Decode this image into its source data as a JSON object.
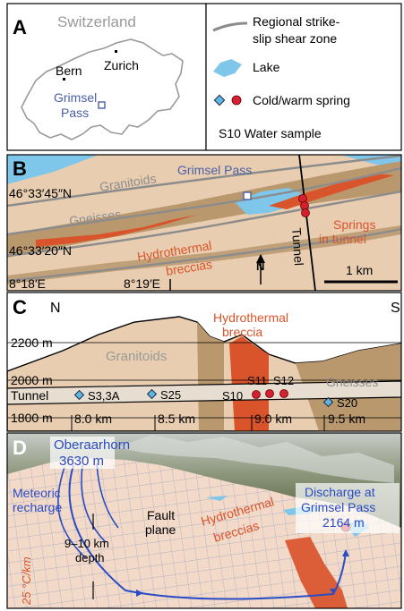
{
  "panelA": {
    "letter": "A",
    "country": "Switzerland",
    "city1": "Bern",
    "city2": "Zurich",
    "pass_line1": "Grimsel",
    "pass_line2": "Pass",
    "legend": {
      "shear_line1": "Regional strike-",
      "shear_line2": "slip shear zone",
      "lake": "Lake",
      "spring": "Cold/warm spring",
      "sample": "S10 Water sample"
    }
  },
  "panelB": {
    "letter": "B",
    "granitoids": "Granitoids",
    "gneisses": "Gneisses",
    "pass": "Grimsel Pass",
    "lat1": "46°33′45″N",
    "lat2": "46°33′20″N",
    "lon1": "8°18′E",
    "lon2": "8°19′E",
    "hydro_line1": "Hydrothermal",
    "hydro_line2": "breccias",
    "springs_line1": "Springs",
    "springs_line2": "in tunnel",
    "tunnel": "Tunnel",
    "north": "N",
    "scale": "1 km"
  },
  "panelC": {
    "letter": "C",
    "north": "N",
    "south": "S",
    "elev1": "2200 m",
    "elev2": "2000 m",
    "elev3": "1800 m",
    "granitoids": "Granitoids",
    "gneisses": "Gneisses",
    "hydro_line1": "Hydrothermal",
    "hydro_line2": "breccia",
    "tunnel": "Tunnel",
    "samples": [
      "S3,3A",
      "S25",
      "S10",
      "S11",
      "S12",
      "S20"
    ],
    "dist": [
      "8.0 km",
      "8.5 km",
      "9.0 km",
      "9.5 km"
    ]
  },
  "panelD": {
    "letter": "D",
    "peak_line1": "Oberaarhorn",
    "peak_line2": "3630 m",
    "meteoric_line1": "Meteoric",
    "meteoric_line2": "recharge",
    "fault_line1": "Fault",
    "fault_line2": "plane",
    "hydro_line1": "Hydrothermal",
    "hydro_line2": "breccias",
    "depth_line1": "9–10 km",
    "depth_line2": "depth",
    "gradient": "25 °C/km",
    "discharge_line1": "Discharge at",
    "discharge_line2": "Grimsel Pass",
    "discharge_line3": "2164 m"
  },
  "colors": {
    "granitoid": "#e8cdb0",
    "gneiss": "#b9986e",
    "breccia": "#d9542b",
    "lake": "#7ec6ea",
    "spring": "#d42030",
    "passLabel": "#4a5fa8",
    "shear": "#8c8c8c"
  }
}
